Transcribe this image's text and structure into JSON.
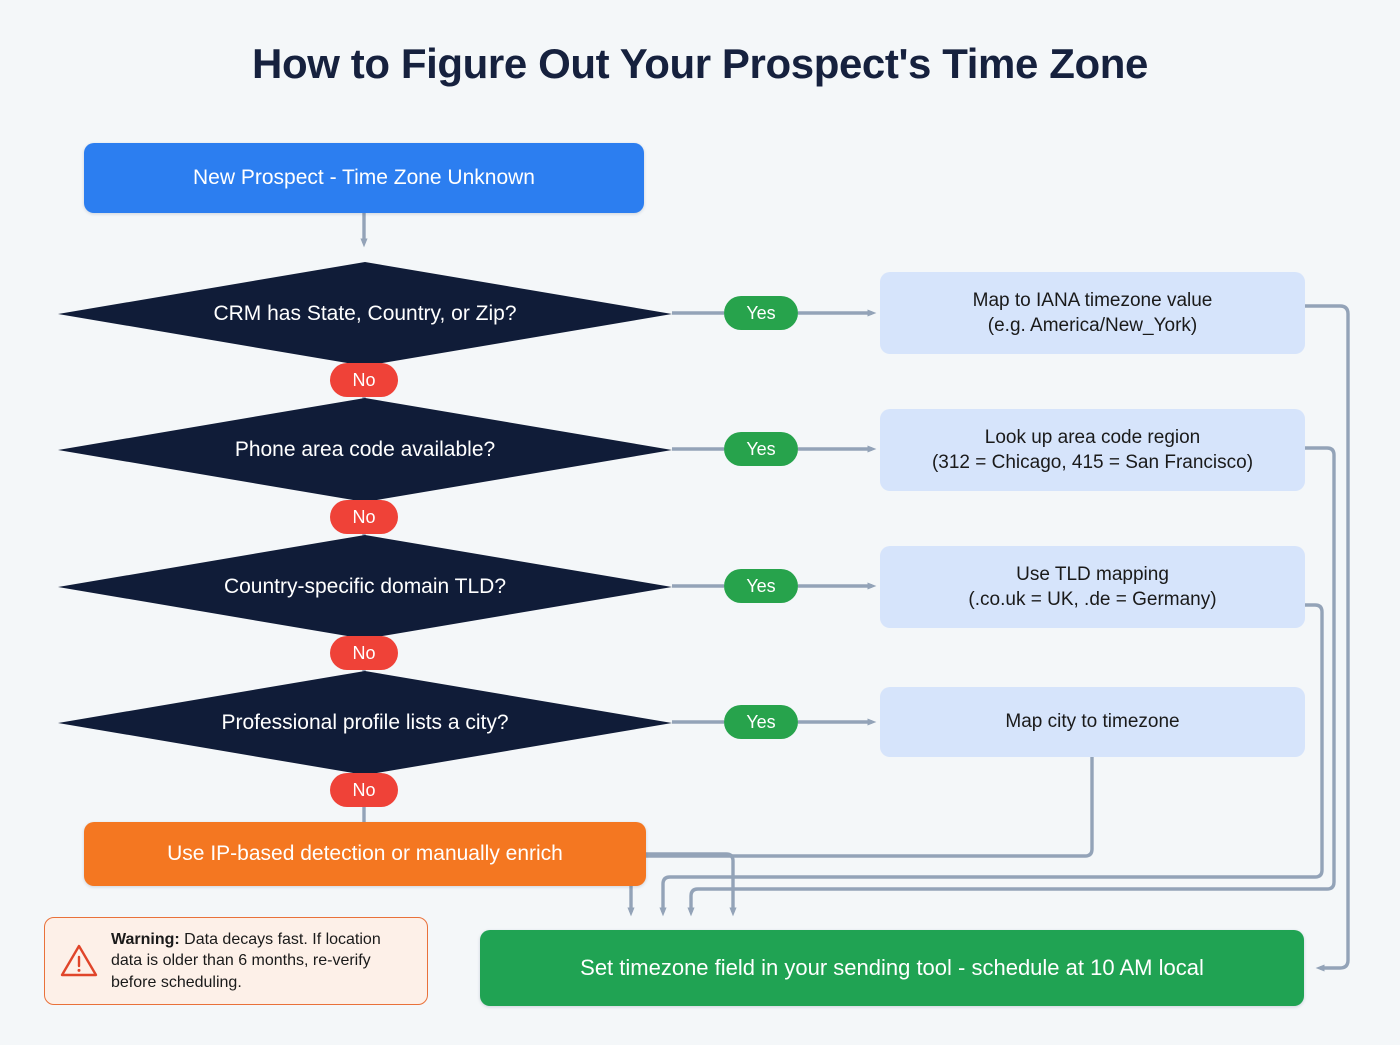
{
  "page": {
    "title": "How to Figure Out Your Prospect's Time Zone",
    "background_color": "#f4f7f9",
    "title_color": "#16213e"
  },
  "palette": {
    "start": "#2c7ef0",
    "decision": "#101c38",
    "action": "#d6e4fb",
    "fallback": "#f47721",
    "final": "#20a353",
    "yes_pill": "#27a34c",
    "no_pill": "#ef4238",
    "connector": "#93a3b8",
    "warning_border": "#e9713a",
    "warning_fill": "#fdf0e8"
  },
  "start_node": {
    "label": "New Prospect - Time Zone Unknown"
  },
  "decisions": [
    {
      "label": "CRM has State, Country, or Zip?",
      "yes_label": "Yes",
      "no_label": "No",
      "action_lines": [
        "Map to IANA timezone value",
        "(e.g. America/New_York)"
      ]
    },
    {
      "label": "Phone area code available?",
      "yes_label": "Yes",
      "no_label": "No",
      "action_lines": [
        "Look up area code region",
        "(312 = Chicago, 415 = San Francisco)"
      ]
    },
    {
      "label": "Country-specific domain TLD?",
      "yes_label": "Yes",
      "no_label": "No",
      "action_lines": [
        "Use TLD mapping",
        "(.co.uk = UK, .de = Germany)"
      ]
    },
    {
      "label": "Professional profile lists a city?",
      "yes_label": "Yes",
      "no_label": "No",
      "action_lines": [
        "Map city to timezone"
      ]
    }
  ],
  "fallback_node": {
    "label": "Use IP-based detection or manually enrich"
  },
  "final_node": {
    "label": "Set timezone field in your sending tool - schedule at 10 AM local"
  },
  "warning": {
    "icon": "warning-triangle-icon",
    "bold_prefix": "Warning:",
    "text": " Data decays fast. If location data is older than 6 months, re-verify before scheduling."
  }
}
